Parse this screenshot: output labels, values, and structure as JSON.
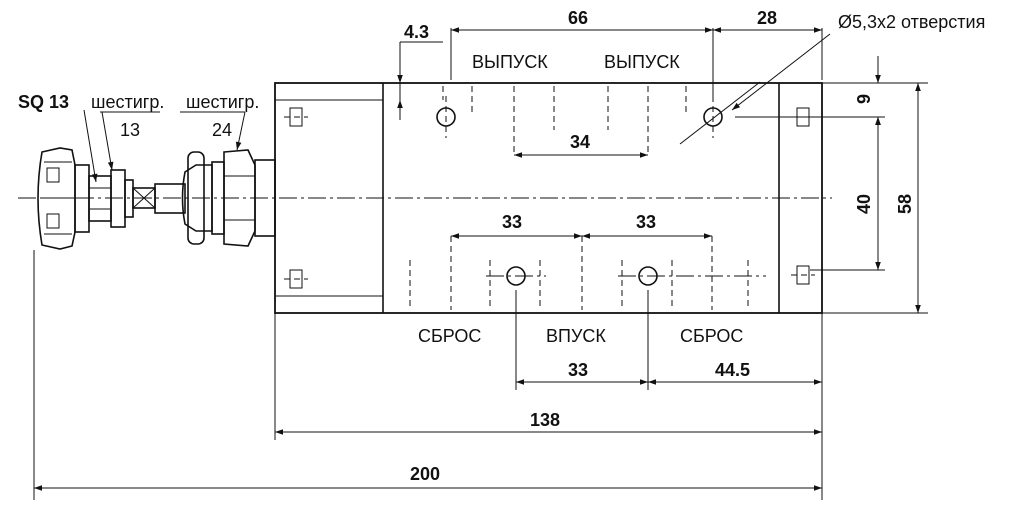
{
  "dimensions": {
    "d_4_3": "4.3",
    "d_66": "66",
    "d_28": "28",
    "d_34": "34",
    "d_33_upper_left": "33",
    "d_33_upper_right": "33",
    "d_9": "9",
    "d_40": "40",
    "d_58": "58",
    "d_33_lower": "33",
    "d_44_5": "44.5",
    "d_138": "138",
    "d_200": "200"
  },
  "port_labels": {
    "exhaust_left": "ВЫПУСК",
    "exhaust_right": "ВЫПУСК",
    "reset_left": "СБРОС",
    "inlet": "ВПУСК",
    "reset_right": "СБРОС"
  },
  "notes": {
    "hole_note": "Ø5,3x2 отверстия",
    "sq_label": "SQ 13",
    "hex_small_label": "шестигр.",
    "hex_small_size": "13",
    "hex_large_label": "шестигр.",
    "hex_large_size": "24"
  }
}
